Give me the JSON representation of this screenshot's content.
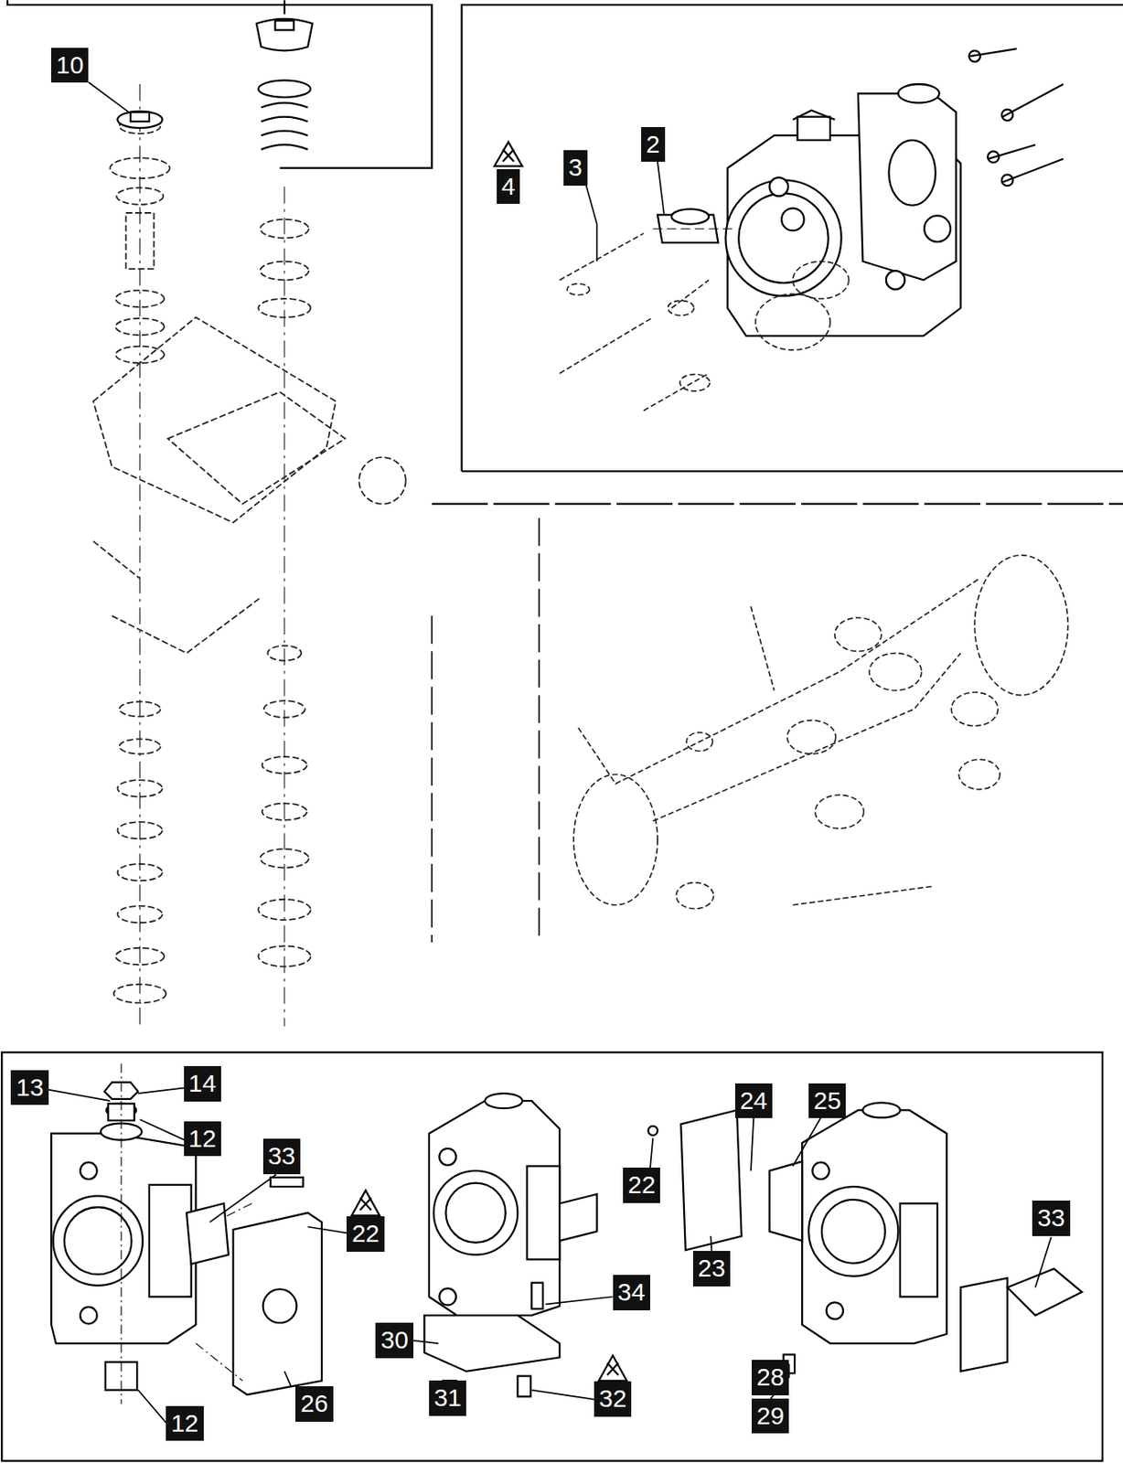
{
  "diagram": {
    "labels": [
      "10",
      "4",
      "3",
      "2",
      "13",
      "14",
      "12",
      "33",
      "22",
      "26",
      "12",
      "30",
      "34",
      "31",
      "32",
      "22",
      "24",
      "25",
      "23",
      "33",
      "28",
      "29"
    ]
  }
}
